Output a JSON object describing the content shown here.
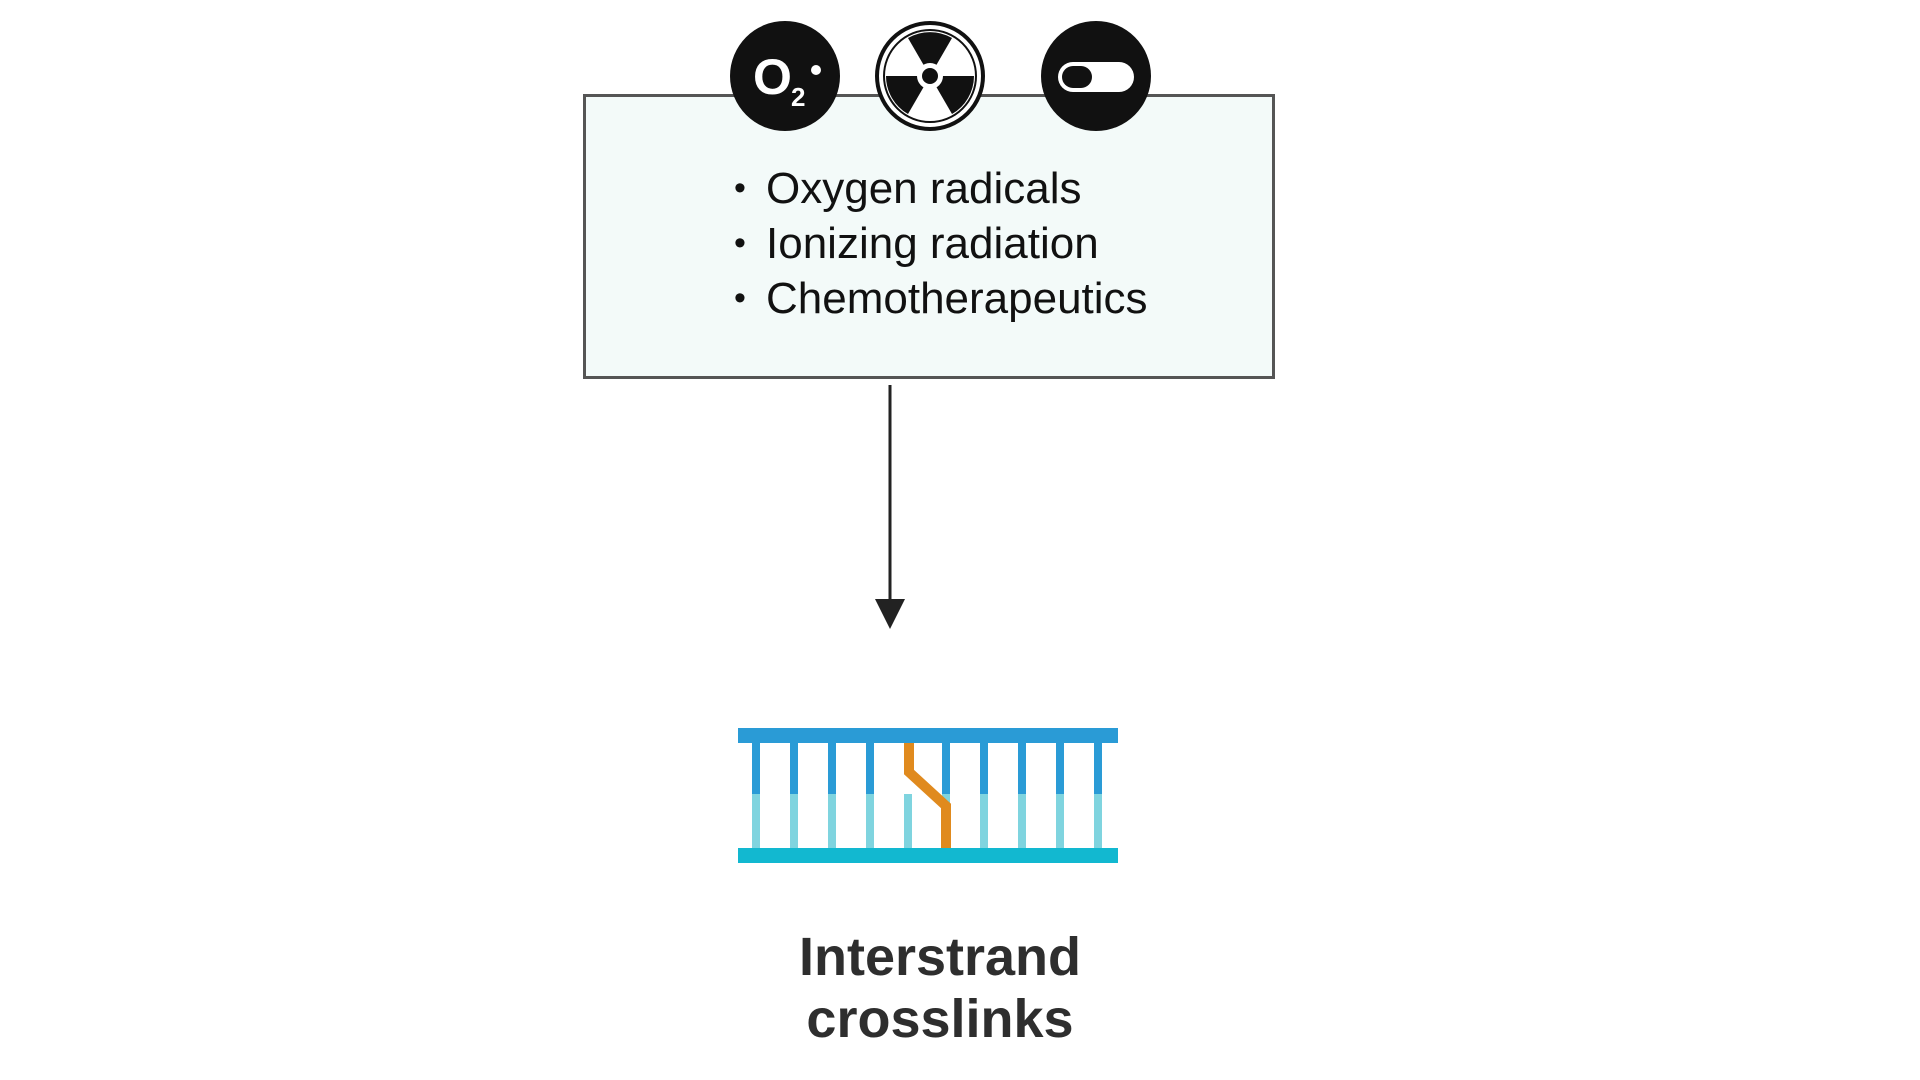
{
  "causes": {
    "items": [
      {
        "label": "Oxygen radicals"
      },
      {
        "label": "Ionizing radiation"
      },
      {
        "label": "Chemotherapeutics"
      }
    ],
    "icons": {
      "oxygen_text": "O",
      "oxygen_subscript": "2",
      "oxygen_icon": "oxygen-radical-icon",
      "radiation_icon": "radiation-trefoil-icon",
      "pill_icon": "capsule-pill-icon"
    }
  },
  "result": {
    "caption_line1": "Interstrand",
    "caption_line2": "crosslinks"
  },
  "colors": {
    "box_fill": "#f3faf9",
    "box_border": "#555555",
    "dna_top_strand": "#2a9bd6",
    "dna_bottom_strand": "#12b8d0",
    "dna_rung_light": "#7fd4df",
    "crosslink": "#e08a1e",
    "icon_fill": "#111111"
  }
}
